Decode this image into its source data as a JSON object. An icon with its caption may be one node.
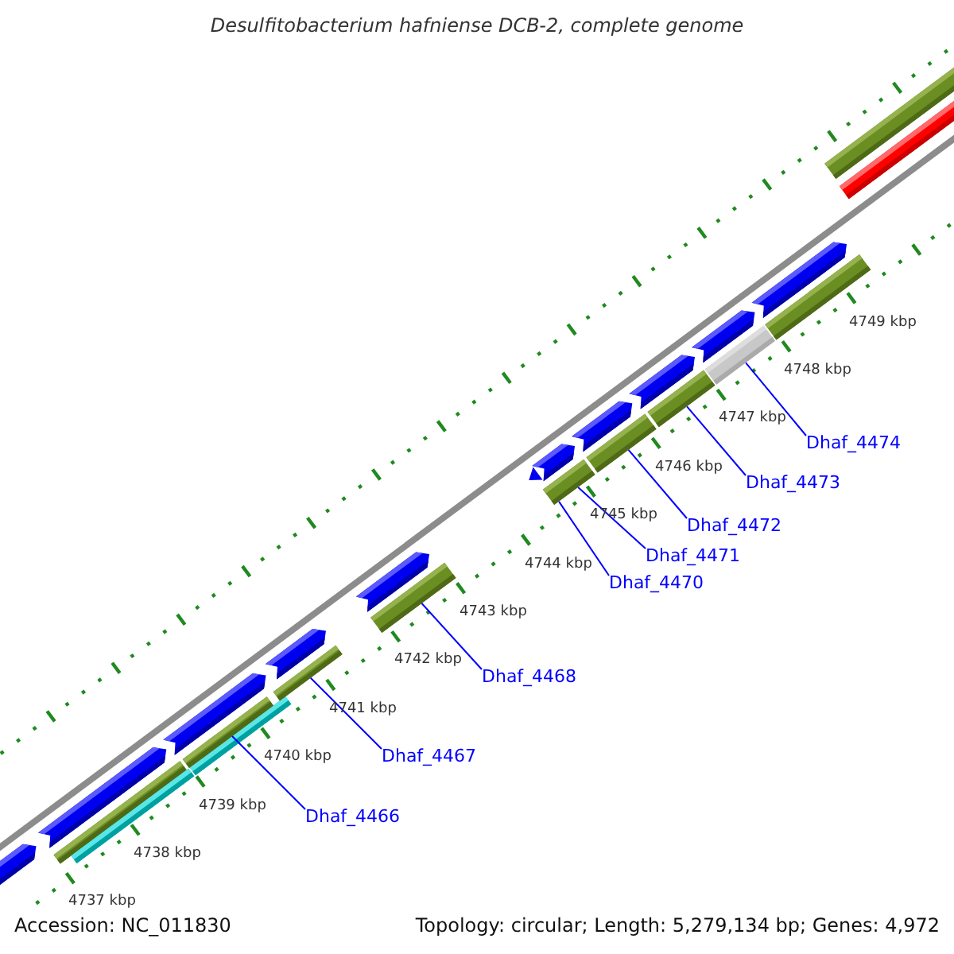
{
  "diagram": {
    "title": "Desulfitobacterium hafniense DCB-2, complete genome",
    "nodes": [
      {
        "text": [
          "Dhaf_4474"
        ]
      },
      {
        "text": [
          "Dhaf_4473"
        ]
      },
      {
        "text": [
          "Dhaf_4472"
        ]
      },
      {
        "text": [
          "Dhaf_4471"
        ]
      },
      {
        "text": [
          "Dhaf_4470"
        ]
      },
      {
        "text": [
          "Dhaf_4468"
        ]
      },
      {
        "text": [
          "Dhaf_4467"
        ]
      },
      {
        "text": [
          "Dhaf_4466"
        ]
      },
      {
        "text": [],
        "shape": "bar"
      },
      {
        "text": [],
        "shape": "bar"
      },
      {
        "text": [],
        "shape": "bar"
      },
      {
        "text": [],
        "shape": "bar"
      },
      {
        "text": [],
        "shape": "bar"
      },
      {
        "text": [],
        "shape": "bar"
      },
      {
        "text": [],
        "shape": "bar"
      }
    ],
    "edges": [
      {
        "from": 0,
        "to": 14,
        "arrow": "none"
      },
      {
        "from": 1,
        "to": 13,
        "arrow": "none"
      },
      {
        "from": 2,
        "to": 12,
        "arrow": "none"
      },
      {
        "from": 3,
        "to": 11,
        "arrow": "none"
      },
      {
        "from": 4,
        "to": 11,
        "arrow": "none"
      },
      {
        "from": 5,
        "to": 10,
        "arrow": "none"
      },
      {
        "from": 6,
        "to": 9,
        "arrow": "none"
      },
      {
        "from": 7,
        "to": 8,
        "arrow": "none"
      }
    ],
    "labels": [
      "4749 kbp",
      "4748 kbp",
      "4747 kbp",
      "4746 kbp",
      "4745 kbp",
      "4744 kbp",
      "4743 kbp",
      "4742 kbp",
      "4741 kbp",
      "4740 kbp",
      "4739 kbp",
      "4738 kbp",
      "4737 kbp",
      "Accession: NC_011830",
      "Topology: circular; Length: 5,279,134 bp; Genes: 4,972"
    ]
  }
}
